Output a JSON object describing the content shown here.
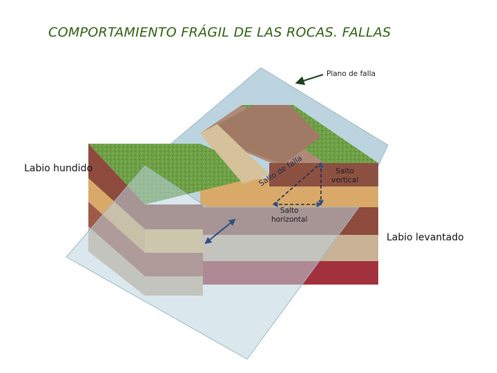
{
  "title": "COMPORTAMIENTO FRÁGIL DE LAS ROCAS. FALLAS",
  "labels": {
    "plano_de_falla": "Plano de falla",
    "labio_hundido": "Labio hundido",
    "labio_levantado": "Labio levantado",
    "salto_de_falla": "Salto de falla",
    "salto_vertical_1": "Salto",
    "salto_vertical_2": "vertical",
    "salto_horizontal_1": "Salto",
    "salto_horizontal_2": "horizontal"
  },
  "colors": {
    "title": "#2f5f12",
    "grass": "#6fa048",
    "fault_plane": "#b9d2dc",
    "arrow": "#1f3f1f"
  }
}
